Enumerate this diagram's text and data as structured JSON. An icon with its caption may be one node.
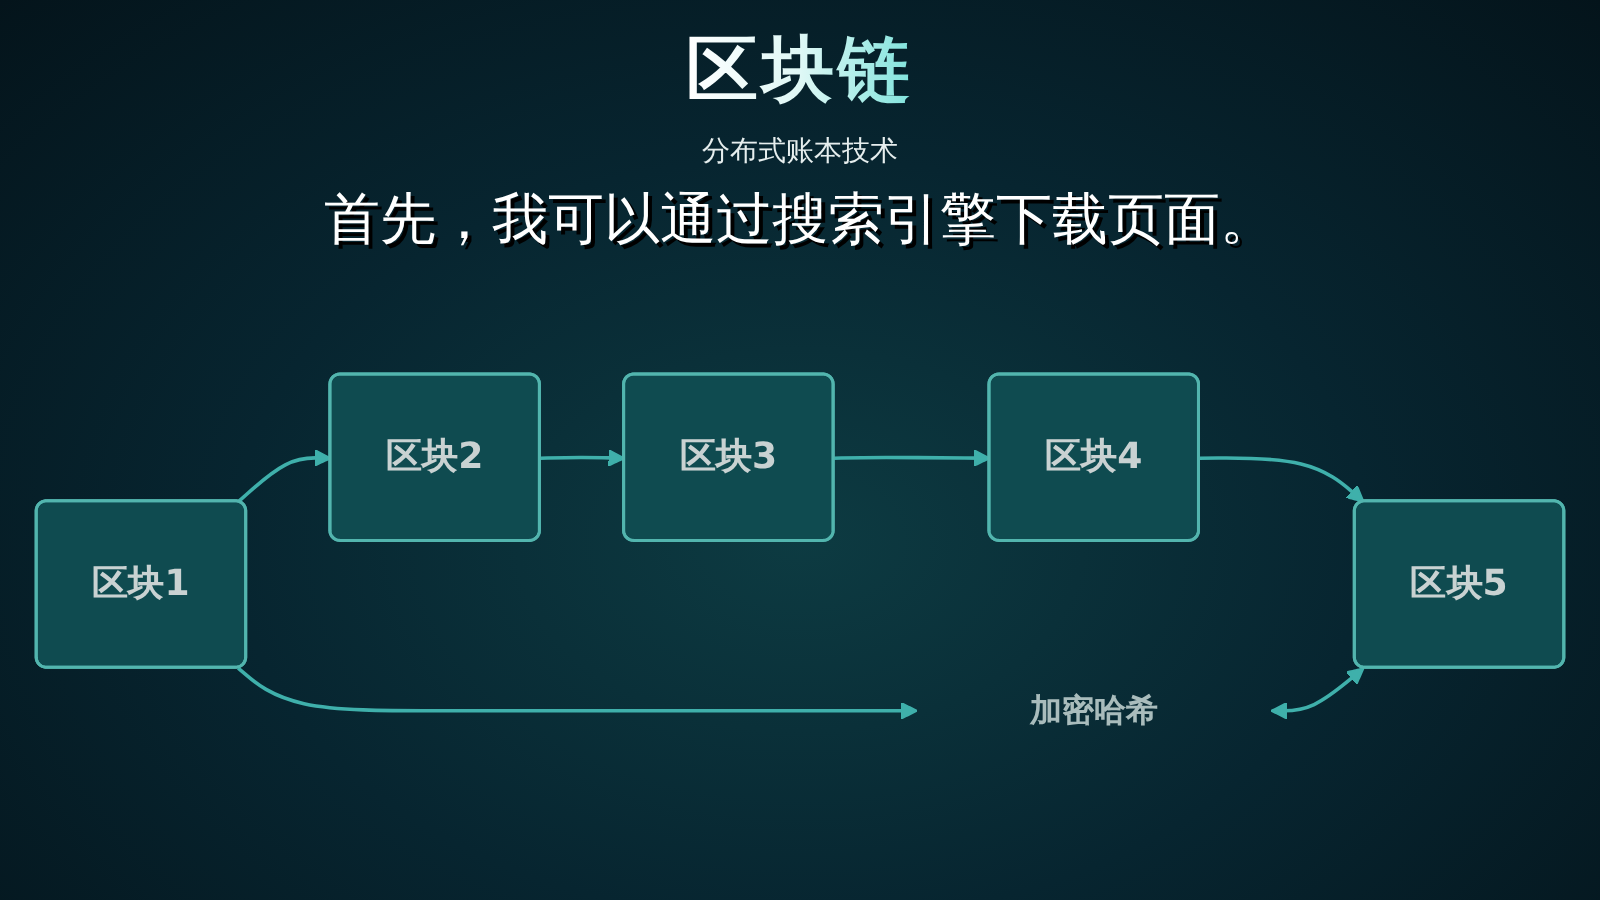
{
  "diagram": {
    "title": "区块链",
    "nodes": [
      {
        "text": [
          "区块1"
        ]
      },
      {
        "text": [
          "区块2"
        ]
      },
      {
        "text": [
          "区块3"
        ]
      },
      {
        "text": [
          "区块4"
        ]
      },
      {
        "text": [
          "区块5"
        ]
      },
      {
        "text": [
          "加密哈希"
        ]
      }
    ],
    "edges": [
      {
        "from": 0,
        "to": 1,
        "arrow": "to"
      },
      {
        "from": 1,
        "to": 2,
        "arrow": "to"
      },
      {
        "from": 2,
        "to": 3,
        "arrow": "to"
      },
      {
        "from": 3,
        "to": 4,
        "arrow": "to"
      },
      {
        "from": 0,
        "to": 5,
        "arrow": "to"
      },
      {
        "from": 5,
        "to": 4,
        "arrow": "both"
      }
    ],
    "labels": [
      "分布式账本技术",
      "首先，我可以通过搜索引擎下载页面。"
    ]
  }
}
